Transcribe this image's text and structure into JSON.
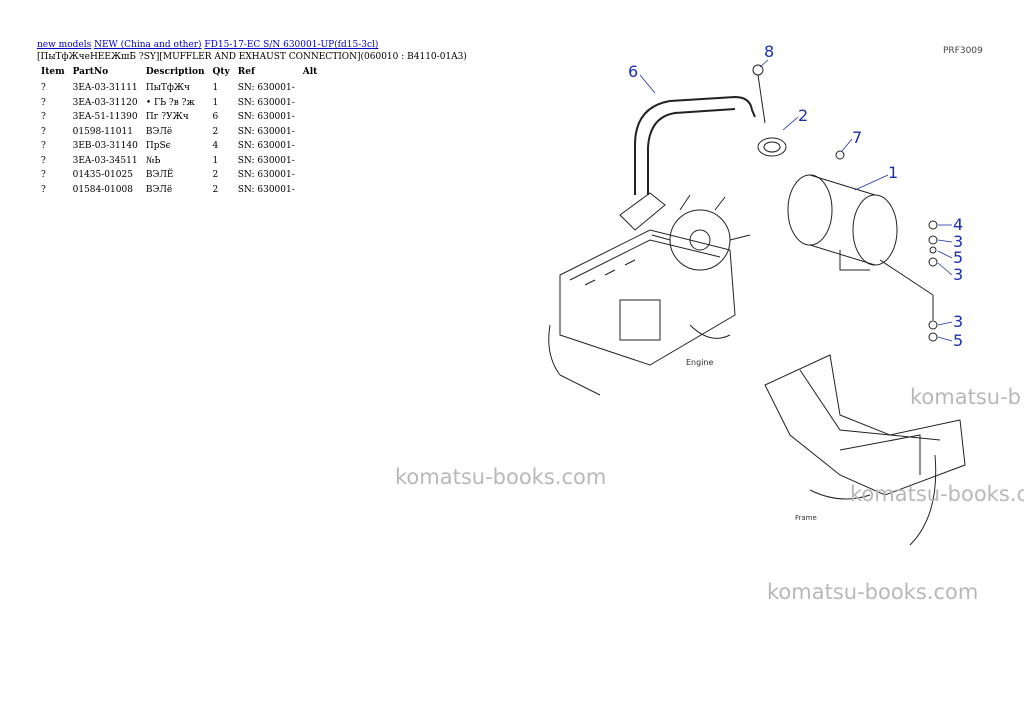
{
  "breadcrumb": {
    "link1": "new models",
    "link2": "NEW (China and other)",
    "link3": "FD15-17-EC S/N 630001-UP(fd15-3cl)"
  },
  "title": "[ПыТфЖчеНЕЕЖшБ ?SY][MUFFLER AND EXHAUST CONNECTION](060010 : B4110-01A3)",
  "table": {
    "headers": [
      "Item",
      "PartNo",
      "Description",
      "Qty",
      "Ref",
      "Alt"
    ],
    "rows": [
      {
        "item": "?",
        "partno": "3EA-03-31111",
        "desc": "ПыТфЖч",
        "qty": "1",
        "ref": "SN: 630001-",
        "alt": ""
      },
      {
        "item": "?",
        "partno": "3EA-03-31120",
        "desc": "• ГЬ ?в ?ж",
        "qty": "1",
        "ref": "SN: 630001-",
        "alt": ""
      },
      {
        "item": "?",
        "partno": "3EA-51-11390",
        "desc": "Пг ?УЖч",
        "qty": "6",
        "ref": "SN: 630001-",
        "alt": ""
      },
      {
        "item": "?",
        "partno": "01598-11011",
        "desc": "ВЭЛё",
        "qty": "2",
        "ref": "SN: 630001-",
        "alt": ""
      },
      {
        "item": "?",
        "partno": "3EB-03-31140",
        "desc": "ПрSє",
        "qty": "4",
        "ref": "SN: 630001-",
        "alt": ""
      },
      {
        "item": "?",
        "partno": "3EA-03-34511",
        "desc": "№Ь",
        "qty": "1",
        "ref": "SN: 630001-",
        "alt": ""
      },
      {
        "item": "?",
        "partno": "01435-01025",
        "desc": "ВЭЛЁ",
        "qty": "2",
        "ref": "SN: 630001-",
        "alt": ""
      },
      {
        "item": "?",
        "partno": "01584-01008",
        "desc": "ВЭЛё",
        "qty": "2",
        "ref": "SN: 630001-",
        "alt": ""
      }
    ]
  },
  "diagram": {
    "code": "PRF3009",
    "engine_label": "Engine",
    "frame_label": "Frame",
    "callouts": [
      "8",
      "6",
      "2",
      "7",
      "1",
      "4",
      "3",
      "5",
      "3",
      "3",
      "5"
    ],
    "callout_color": "#1a2fb0"
  },
  "watermarks": [
    "komatsu-books.com",
    "komatsu-books.com",
    "komatsu-books.com",
    "komatsu-b"
  ]
}
